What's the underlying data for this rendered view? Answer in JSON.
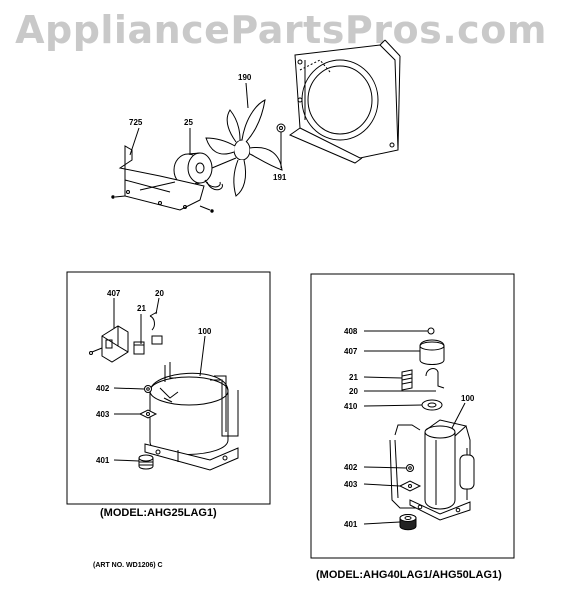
{
  "watermark": "AppliancePartsPros.com",
  "fan_assembly": {
    "labels": [
      "725",
      "25",
      "190",
      "191"
    ]
  },
  "left_panel": {
    "labels": [
      "407",
      "21",
      "20",
      "100",
      "402",
      "403",
      "401"
    ],
    "caption": "(MODEL:AHG25LAG1)"
  },
  "right_panel": {
    "labels": [
      "408",
      "407",
      "21",
      "20",
      "410",
      "100",
      "402",
      "403",
      "401"
    ],
    "caption": "(MODEL:AHG40LAG1/AHG50LAG1)"
  },
  "art_no": "(ART NO. WD1206) C"
}
